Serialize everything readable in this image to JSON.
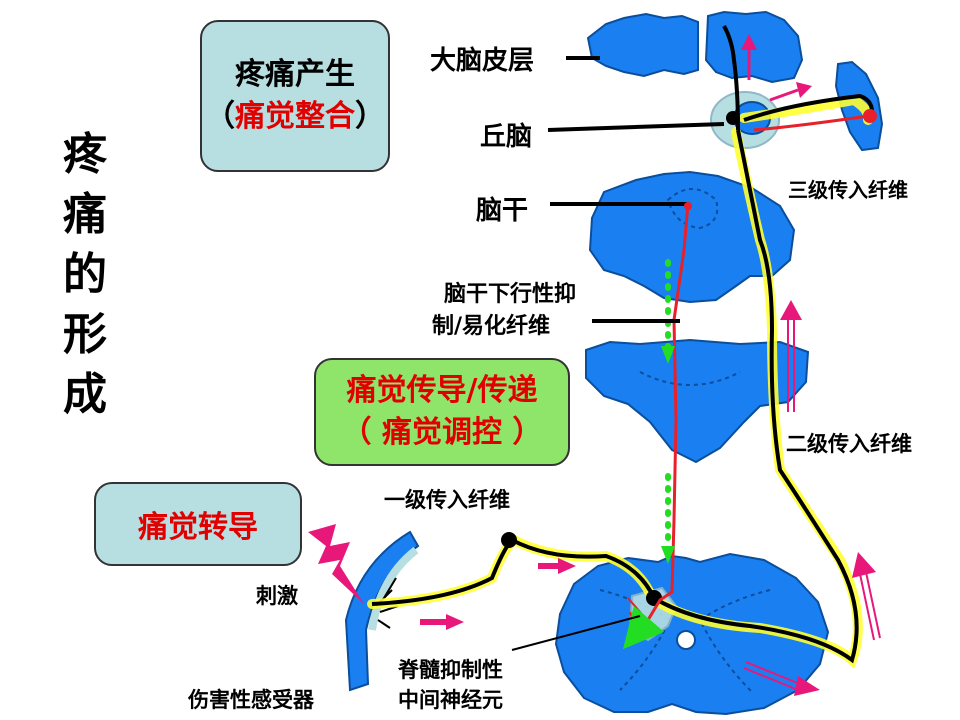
{
  "title_chars": [
    "疼",
    "痛",
    "的",
    "形",
    "成"
  ],
  "boxes": {
    "pain_generation": {
      "line1": "疼痛产生",
      "line2_open": "（",
      "line2": "痛觉整合",
      "line2_close": "）"
    },
    "pain_transmission": {
      "line1": "痛觉传导/传递",
      "line2": "（ 痛觉调控 ）"
    },
    "pain_transduction": {
      "line1": "痛觉转导"
    }
  },
  "labels": {
    "cortex": "大脑皮层",
    "thalamus": "丘脑",
    "brainstem": "脑干",
    "descending_line1": "脑干下行性抑",
    "descending_line2": "制/易化纤维",
    "third_order": "三级传入纤维",
    "second_order": "二级传入纤维",
    "first_order": "一级传入纤维",
    "stimulus": "刺激",
    "nociceptor": "伤害性感受器",
    "interneuron_line1": "脊髓抑制性",
    "interneuron_line2": "中间神经元"
  },
  "colors": {
    "tissue_blue": "#1a7ff0",
    "tissue_outline": "#0a4e9c",
    "nerve_black": "#000000",
    "nerve_yellow": "#ffff33",
    "descending_red": "#e8202a",
    "dotted_green": "#22dd22",
    "arrow_pink": "#e8187a",
    "box_teal": "#b7dfe2",
    "box_green": "#8fe46a",
    "emphasis_red": "#e00000"
  }
}
